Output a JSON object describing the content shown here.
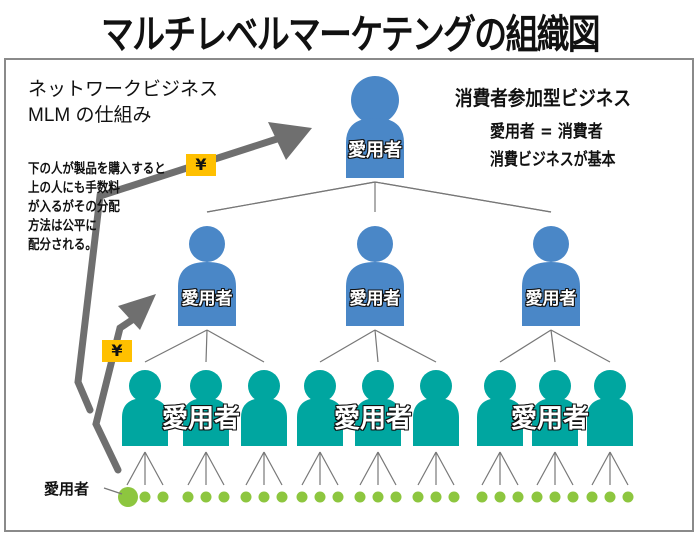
{
  "title": "マルチレベルマーケテングの組織図",
  "left_heading": {
    "line1": "ネットワークビジネス",
    "line2": "MLM の仕組み"
  },
  "description": "下の人が製品を購入すると\n上の人にも手数料\nが入るがその分配\n方法は公平に\n配分される。",
  "right_heading": {
    "line1": "消費者参加型ビジネス",
    "line2": "愛用者 = 消費者",
    "line3": "消費ビジネスが基本"
  },
  "person_label": "愛用者",
  "bottom_label": "愛用者",
  "yen_symbol": "¥",
  "colors": {
    "level1": "#4a87c7",
    "level2": "#4a87c7",
    "level3": "#00a6a0",
    "level4": "#8dc63f",
    "arrow": "#6f6f6f",
    "yen_badge": "#ffc000"
  },
  "tree": {
    "level1_count": 1,
    "level2_count": 3,
    "level3_per_parent": 3,
    "level4_per_parent": 3
  }
}
